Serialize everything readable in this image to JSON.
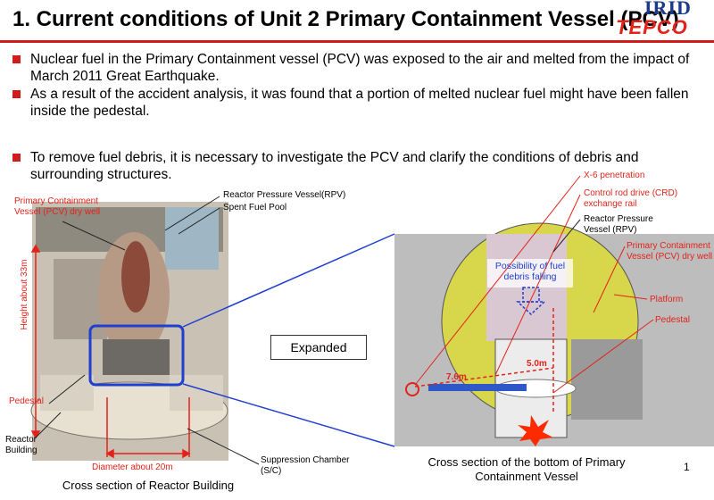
{
  "header": {
    "title": "1. Current conditions of Unit 2 Primary Containment Vessel (PCV)",
    "logo_top": "IRID",
    "logo_bottom": "TEPCO"
  },
  "bullets": [
    "Nuclear fuel in the Primary Containment vessel (PCV) was exposed to the air and melted from the impact of March 2011 Great Earthquake.",
    "As a result of the accident analysis, it was found that a portion of melted nuclear fuel might have been fallen inside the pedestal.",
    "To remove fuel debris, it is necessary to investigate the PCV and clarify the conditions of debris and surrounding structures."
  ],
  "left_figure": {
    "pcv_dry_well": "Primary Containment Vessel (PCV) dry well",
    "rpv": "Reactor Pressure Vessel(RPV)",
    "spent_fuel_pool": "Spent Fuel Pool",
    "height": "Height about 33m",
    "pedestal": "Pedestal",
    "reactor_building": "Reactor Building",
    "diameter": "Diameter about 20m",
    "suppression_chamber": "Suppression Chamber (S/C)",
    "caption": "Cross section of Reactor Building"
  },
  "expanded": "Expanded",
  "right_figure": {
    "x6": "X-6 penetration",
    "crd": "Control rod drive (CRD) exchange rail",
    "rpv": "Reactor Pressure Vessel (RPV)",
    "pcv": "Primary Containment Vessel (PCV) dry well",
    "platform": "Platform",
    "pedestal": "Pedestal",
    "possibility": "Possibility of fuel debris falling",
    "dim1": "7.6m",
    "dim2": "5.0m",
    "caption": "Cross section of the bottom of Primary Containment Vessel"
  },
  "page_number": "1",
  "colors": {
    "accent": "#d01c1c",
    "label_red": "#e2231a",
    "highlight_blue": "#1f3fd1"
  }
}
